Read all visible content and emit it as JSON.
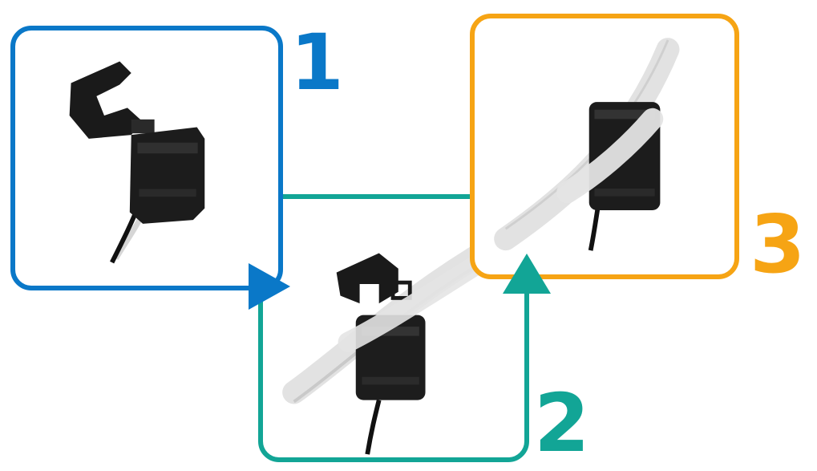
{
  "colors": {
    "step1": "#0a78c8",
    "step2": "#12a596",
    "step3": "#f6a414",
    "clamp": "#1b1b1b",
    "cable": "#e4e4e4"
  },
  "steps": [
    {
      "number": "1",
      "image": "clamp-open-icon"
    },
    {
      "number": "2",
      "image": "clamp-on-cable-open-icon"
    },
    {
      "number": "3",
      "image": "clamp-closed-on-cable-icon"
    }
  ]
}
